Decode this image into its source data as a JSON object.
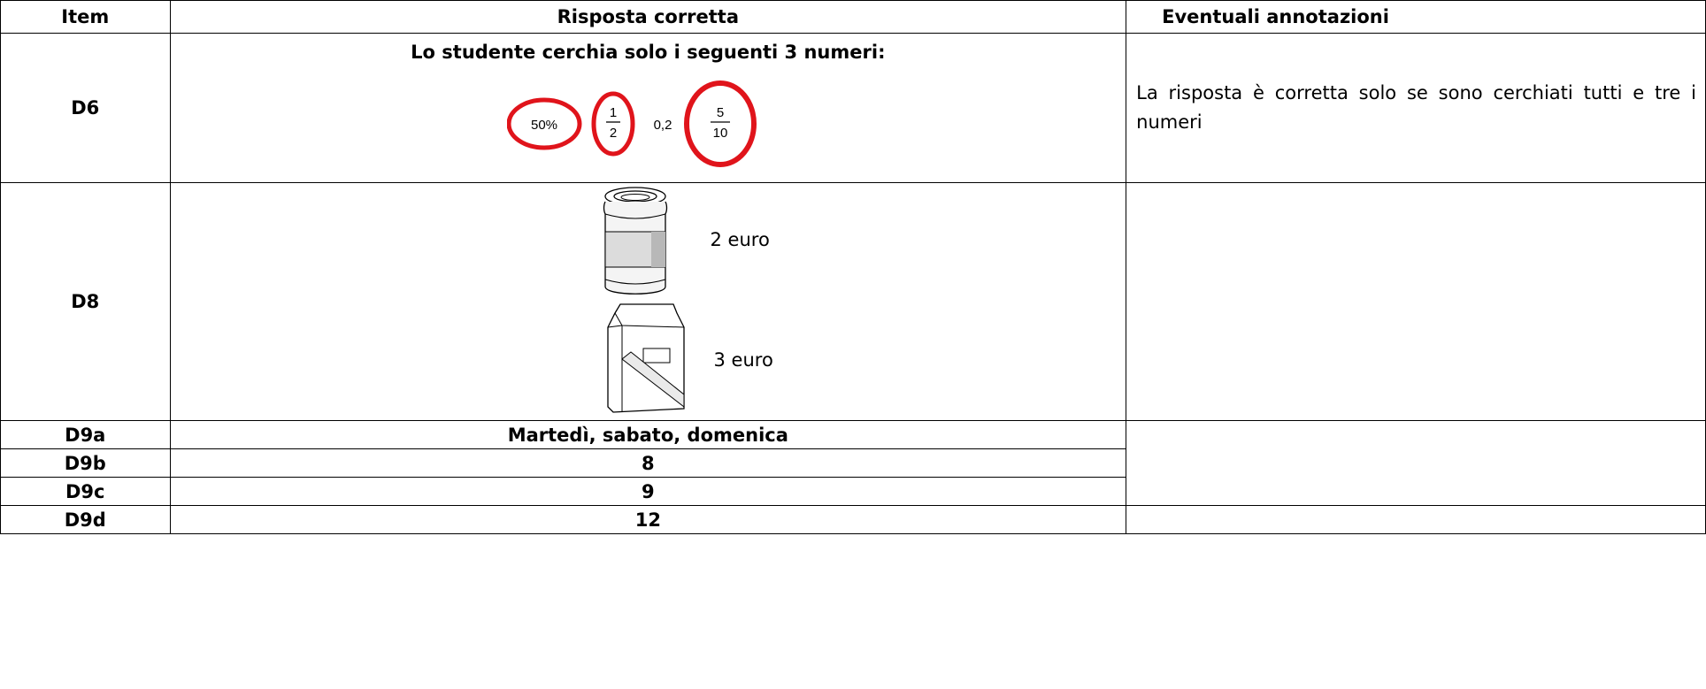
{
  "table": {
    "headers": {
      "item": "Item",
      "answer": "Risposta corretta",
      "notes": "Eventuali annotazioni"
    },
    "rows": {
      "d6": {
        "item": "D6",
        "instruction": "Lo studente cerchia solo i seguenti 3 numeri:",
        "numbers": {
          "percent": "50%",
          "half_num": "1",
          "half_den": "2",
          "decimal": "0,2",
          "frac_num": "5",
          "frac_den": "10"
        },
        "note": "La risposta è corretta solo se sono cerchiati tutti e tre i numeri"
      },
      "d8": {
        "item": "D8",
        "can_price": "2 euro",
        "carton_price": "3 euro"
      },
      "d9a": {
        "item": "D9a",
        "answer": "Martedì, sabato, domenica"
      },
      "d9b": {
        "item": "D9b",
        "answer": "8"
      },
      "d9c": {
        "item": "D9c",
        "answer": "9"
      },
      "d9d": {
        "item": "D9d",
        "answer": "12"
      }
    }
  },
  "colors": {
    "circle": "#e0141b",
    "border": "#000000"
  }
}
